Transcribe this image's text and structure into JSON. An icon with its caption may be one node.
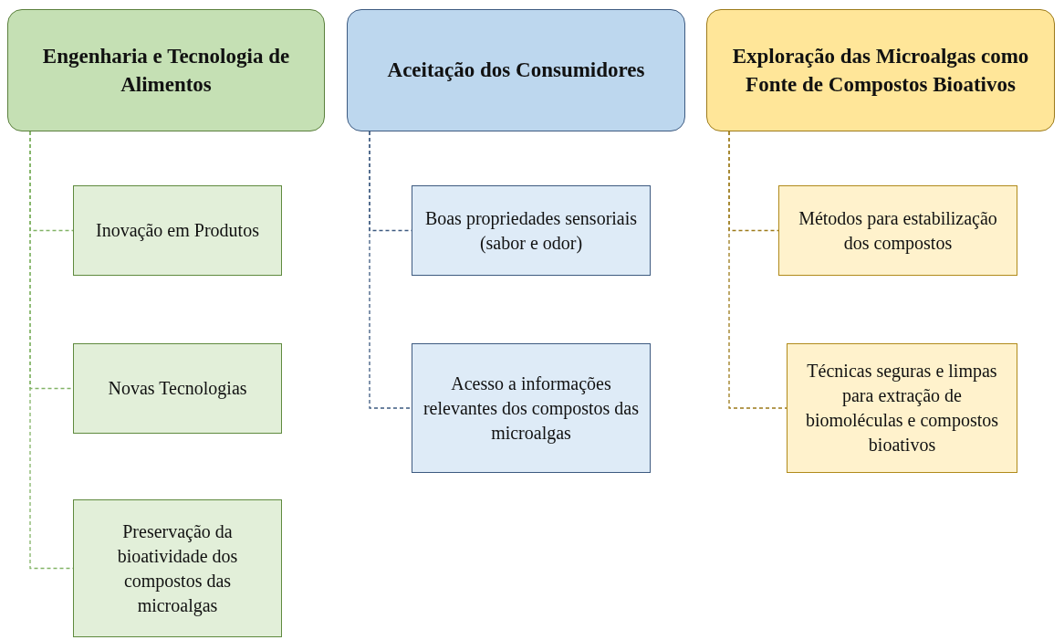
{
  "diagram": {
    "nodes": [
      {
        "text": [
          "Engenharia e Tecnologia de Alimentos"
        ]
      },
      {
        "text": [
          "Inovação em Produtos"
        ]
      },
      {
        "text": [
          "Novas Tecnologias"
        ]
      },
      {
        "text": [
          "Preservação da bioatividade dos compostos das microalgas"
        ]
      },
      {
        "text": [
          "Aceitação dos Consumidores"
        ]
      },
      {
        "text": [
          "Boas propriedades sensoriais (sabor e odor)"
        ]
      },
      {
        "text": [
          "Acesso a informações relevantes dos compostos das microalgas"
        ]
      },
      {
        "text": [
          "Exploração das Microalgas como Fonte de Compostos Bioativos"
        ]
      },
      {
        "text": [
          "Métodos para estabilização dos compostos"
        ]
      },
      {
        "text": [
          "Técnicas seguras e limpas para extração de biomoléculas e compostos bioativos"
        ]
      }
    ],
    "edges": [
      {
        "from": 0,
        "to": 1,
        "arrow": "none",
        "style": "dashed",
        "color": "#82b366"
      },
      {
        "from": 0,
        "to": 2,
        "arrow": "none",
        "style": "dashed",
        "color": "#82b366"
      },
      {
        "from": 0,
        "to": 3,
        "arrow": "none",
        "style": "dashed",
        "color": "#82b366"
      },
      {
        "from": 4,
        "to": 5,
        "arrow": "none",
        "style": "dashed",
        "color": "#3d5a80"
      },
      {
        "from": 4,
        "to": 6,
        "arrow": "none",
        "style": "dashed",
        "color": "#3d5a80"
      },
      {
        "from": 7,
        "to": 8,
        "arrow": "none",
        "style": "dashed",
        "color": "#9c7a1a"
      },
      {
        "from": 7,
        "to": 9,
        "arrow": "none",
        "style": "dashed",
        "color": "#9c7a1a"
      }
    ]
  }
}
